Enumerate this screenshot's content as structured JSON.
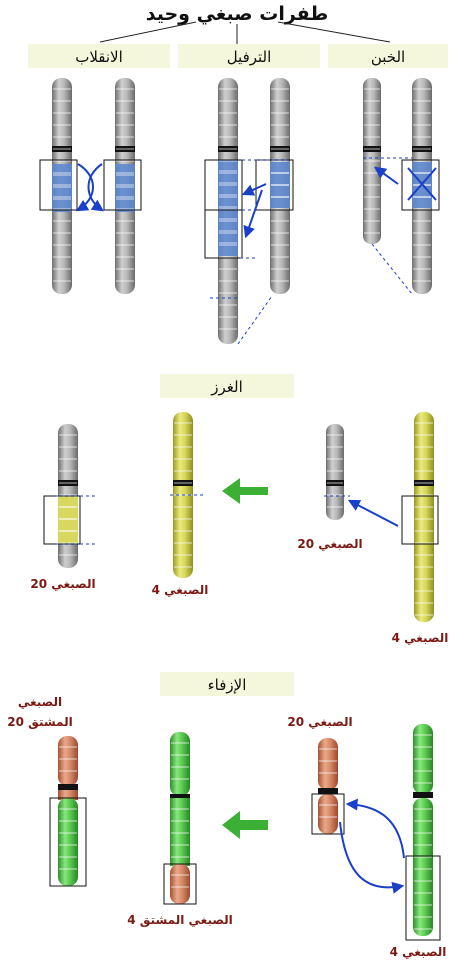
{
  "title": "طفرات صبغي وحيد",
  "sections": {
    "inversion": "الانقلاب",
    "duplication": "الترفيل",
    "deletion": "الخبن",
    "insertion": "الغرز",
    "translocation": "الإزفاء"
  },
  "labels": {
    "chr20_insertion": "الصبغي 20",
    "chr4_insertion_result": "الصبغي 4",
    "chr20_insertion_source": "الصبغي 20",
    "chr4_insertion_source": "الصبغي 4",
    "derivative20_line1": "الصبغي",
    "derivative20_line2": "المشتق 20",
    "derivative4": "الصبغي المشتق 4",
    "chr20_translocation": "الصبغي 20",
    "chr4_translocation": "الصبغي 4"
  },
  "colors": {
    "grey_chromosome": "#a9a9a9",
    "yellow_chromosome": "#d8d860",
    "green_chromosome": "#5fcf55",
    "orange_chromosome": "#d88a6a",
    "highlight_blue": "#5a86d0",
    "arrow_blue": "#1a3fc8",
    "arrow_green": "#3cb035",
    "label_box": "#f5f7dc",
    "label_text_red": "#7a1a12"
  }
}
